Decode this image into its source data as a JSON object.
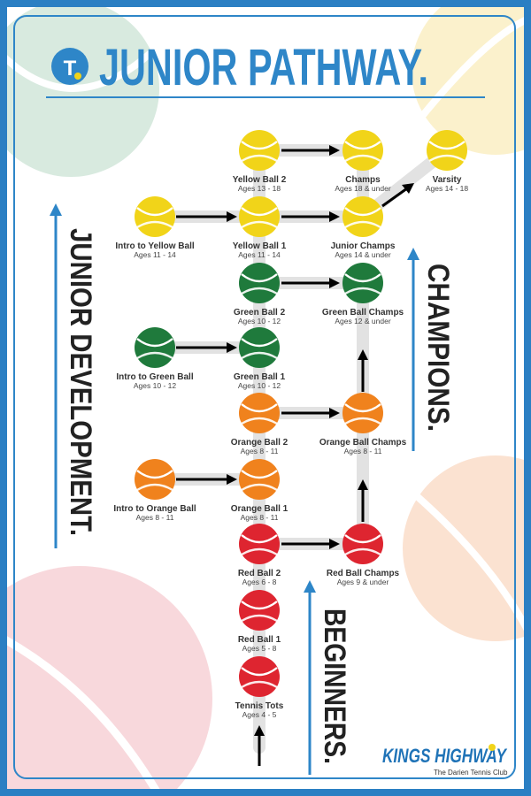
{
  "header": {
    "title": "JUNIOR PATHWAY.",
    "logo_letter": "T"
  },
  "bands": {
    "development": "JUNIOR DEVELOPMENT.",
    "champions": "CHAMPIONS.",
    "beginners": "BEGINNERS."
  },
  "colors": {
    "yellow": "#f1d419",
    "green": "#1f7a3c",
    "orange": "#f0821d",
    "red": "#de2530",
    "accent": "#2e86c8"
  },
  "stages": [
    {
      "id": "yellow-ball-2",
      "name": "Yellow Ball 2",
      "ages": "Ages 13 - 18",
      "color": "yellow"
    },
    {
      "id": "champs",
      "name": "Champs",
      "ages": "Ages 18 & under",
      "color": "yellow"
    },
    {
      "id": "varsity",
      "name": "Varsity",
      "ages": "Ages 14 - 18",
      "color": "yellow"
    },
    {
      "id": "intro-to-yellow-ball",
      "name": "Intro to Yellow Ball",
      "ages": "Ages 11 - 14",
      "color": "yellow"
    },
    {
      "id": "yellow-ball-1",
      "name": "Yellow Ball 1",
      "ages": "Ages 11 - 14",
      "color": "yellow"
    },
    {
      "id": "junior-champs",
      "name": "Junior Champs",
      "ages": "Ages 14 & under",
      "color": "yellow"
    },
    {
      "id": "green-ball-2",
      "name": "Green Ball 2",
      "ages": "Ages 10 - 12",
      "color": "green"
    },
    {
      "id": "green-ball-champs",
      "name": "Green Ball Champs",
      "ages": "Ages 12 & under",
      "color": "green"
    },
    {
      "id": "intro-to-green-ball",
      "name": "Intro to Green Ball",
      "ages": "Ages 10 - 12",
      "color": "green"
    },
    {
      "id": "green-ball-1",
      "name": "Green Ball 1",
      "ages": "Ages 10 - 12",
      "color": "green"
    },
    {
      "id": "orange-ball-2",
      "name": "Orange Ball 2",
      "ages": "Ages 8 - 11",
      "color": "orange"
    },
    {
      "id": "orange-ball-champs",
      "name": "Orange Ball Champs",
      "ages": "Ages 8 - 11",
      "color": "orange"
    },
    {
      "id": "intro-to-orange-ball",
      "name": "Intro to Orange Ball",
      "ages": "Ages 8 - 11",
      "color": "orange"
    },
    {
      "id": "orange-ball-1",
      "name": "Orange Ball 1",
      "ages": "Ages 8 - 11",
      "color": "orange"
    },
    {
      "id": "red-ball-2",
      "name": "Red Ball 2",
      "ages": "Ages 6 - 8",
      "color": "red"
    },
    {
      "id": "red-ball-champs",
      "name": "Red Ball Champs",
      "ages": "Ages 9 & under",
      "color": "red"
    },
    {
      "id": "red-ball-1",
      "name": "Red Ball 1",
      "ages": "Ages 5 - 8",
      "color": "red"
    },
    {
      "id": "tennis-tots",
      "name": "Tennis Tots",
      "ages": "Ages 4 - 5",
      "color": "red"
    }
  ],
  "logo": {
    "main": "KINGS HIGHWAY",
    "sub": "The Darien Tennis Club"
  }
}
